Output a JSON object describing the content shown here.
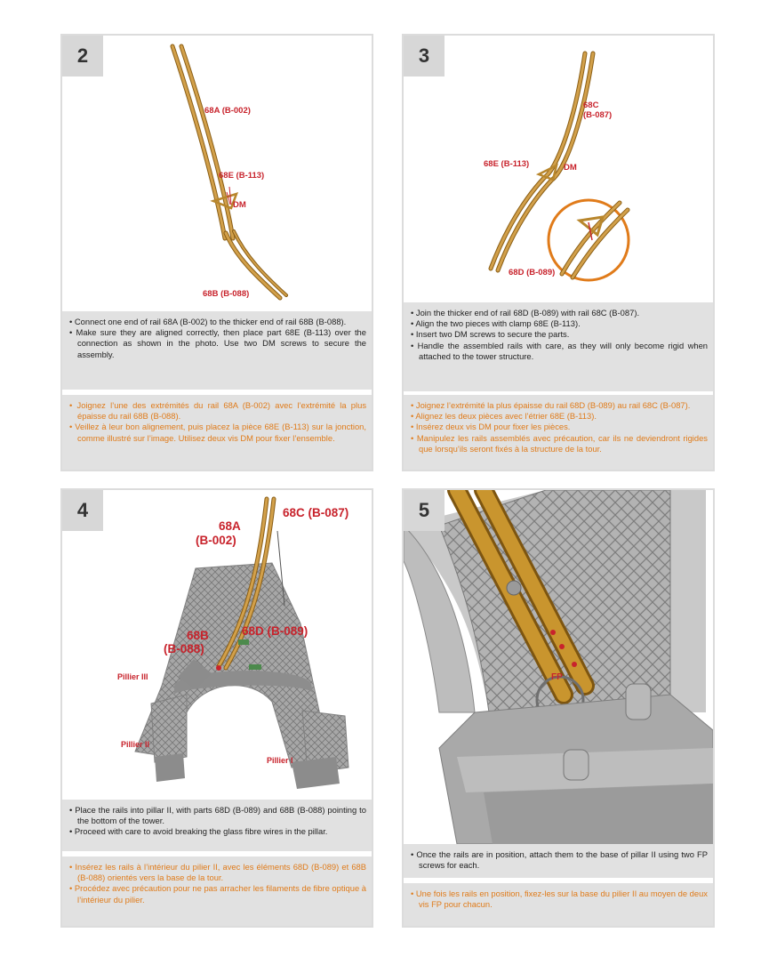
{
  "colors": {
    "rail": "#b8862c",
    "label_red": "#c8232c",
    "fr_orange": "#e07b1a",
    "panel_bg": "#e1e1e1",
    "tower_grey": "#9a9a9a"
  },
  "steps": [
    {
      "number": "2",
      "labels": {
        "a": "68A (B-002)",
        "b": "68E (B-113)",
        "c": "DM",
        "d": "68B (B-088)"
      },
      "en": [
        "Connect one end of rail 68A (B-002) to the thicker end of rail 68B (B-088).",
        "Make sure they are aligned correctly, then place part 68E (B-113) over the connection as shown in the photo. Use two DM screws to secure the assembly."
      ],
      "fr": [
        "Joignez l’une des extrémités du rail 68A (B-002) avec l’extrémité la plus épaisse du rail 68B (B-088).",
        "Veillez à leur bon alignement, puis placez la pièce 68E (B-113) sur la jonction, comme illustré sur l’image. Utilisez deux vis DM pour fixer l’ensemble."
      ]
    },
    {
      "number": "3",
      "labels": {
        "a": "68C",
        "a2": "(B-087)",
        "b": "68E (B-113)",
        "c": "DM",
        "d": "68D (B-089)"
      },
      "en": [
        "Join the thicker end of rail 68D (B-089) with rail 68C (B-087).",
        "Align the two pieces with clamp 68E (B-113).",
        "Insert two DM screws to secure the parts.",
        "Handle the assembled rails with care, as they will only become rigid when attached to the tower structure."
      ],
      "fr": [
        "Joignez l’extrémité la plus épaisse du rail 68D (B-089) au rail 68C (B-087).",
        "Alignez les deux pièces avec l’étrier 68E (B-113).",
        "Insérez deux vis DM pour fixer les pièces.",
        "Manipulez les rails assemblés avec précaution, car ils ne deviendront rigides que lorsqu’ils seront fixés à la structure de la tour."
      ]
    },
    {
      "number": "4",
      "labels": {
        "a": "68A",
        "a2": "(B-002)",
        "b": "68C (B-087)",
        "c": "68B",
        "c2": "(B-088)",
        "d": "68D (B-089)",
        "p3": "Pillier III",
        "p2": "Pillier II",
        "p1": "Pillier I"
      },
      "en": [
        "Place the rails into pillar II, with parts 68D (B-089) and 68B (B-088) pointing to the bottom of the tower.",
        "Proceed with care to avoid breaking the glass fibre wires in the pillar."
      ],
      "fr": [
        "Insérez les rails à l’intérieur du pilier II, avec les éléments 68D (B-089) et 68B (B-088) orientés vers la base de la tour.",
        "Procédez avec précaution pour ne pas arracher les filaments de fibre optique à l’intérieur du pilier."
      ]
    },
    {
      "number": "5",
      "labels": {
        "fp": "FP"
      },
      "en": [
        "Once the rails are in position, attach them to the base of pillar II using two FP screws for each."
      ],
      "fr": [
        "Une fois les rails en position, fixez-les sur la base du pilier II au moyen de deux vis FP pour chacun."
      ]
    }
  ]
}
